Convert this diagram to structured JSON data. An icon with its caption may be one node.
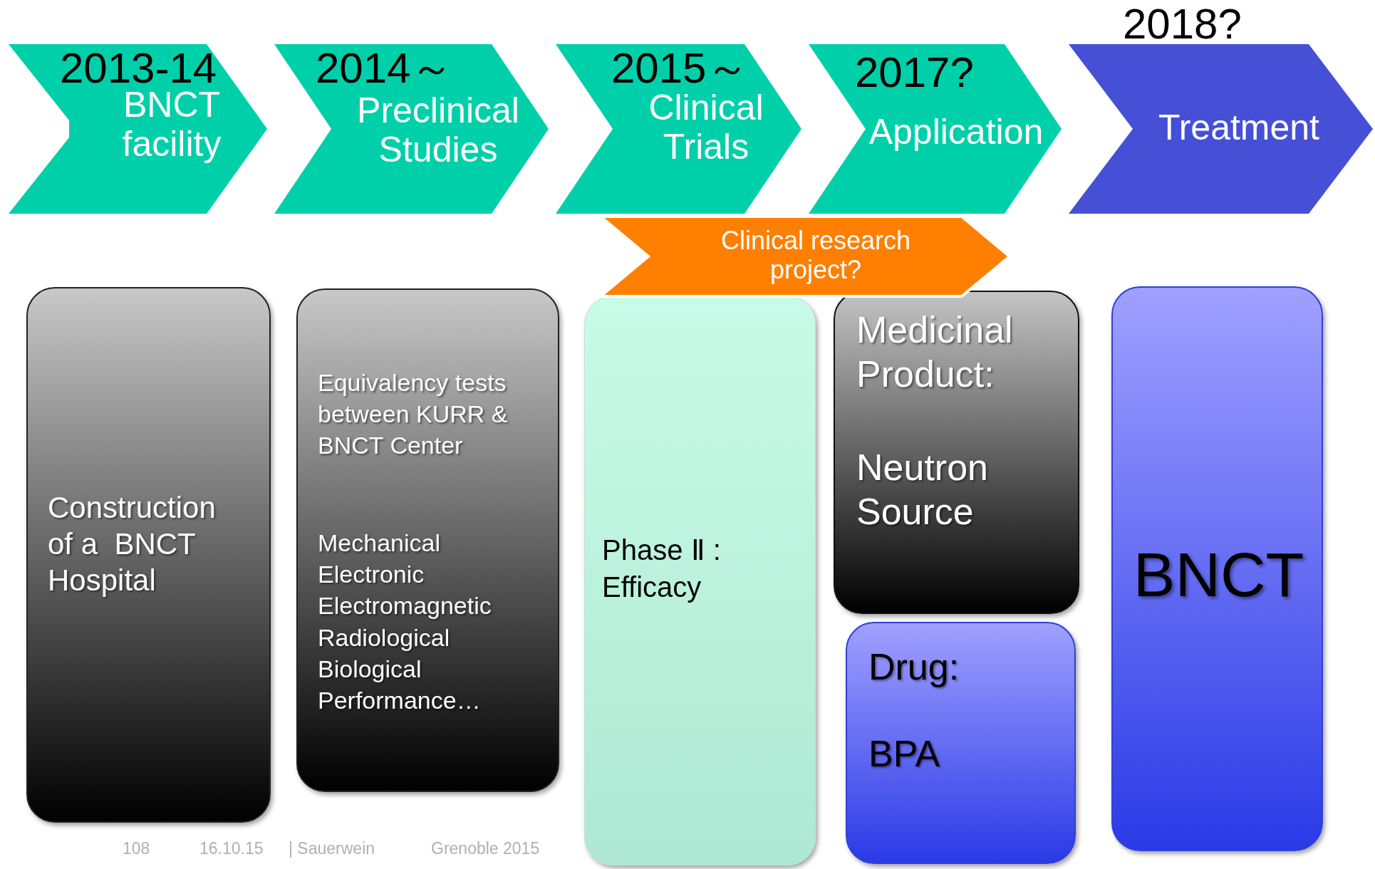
{
  "diagram": {
    "nodes": [
      {
        "text": [
          "2013-14",
          "BNCT facility"
        ]
      },
      {
        "text": [
          "2014～",
          "Preclinical Studies"
        ]
      },
      {
        "text": [
          "2015～",
          "Clinical Trials"
        ]
      },
      {
        "text": [
          "2017?",
          "Application"
        ]
      },
      {
        "text": [
          "2018?",
          "Treatment"
        ]
      },
      {
        "text": [
          "Clinical research project?"
        ]
      },
      {
        "text": [
          "Construction of a  BNCT Hospital"
        ]
      },
      {
        "text": [
          "Equivalency tests between KURR & BNCT Center",
          "Mechanical Electronic Electromagnetic Radiological Biological Performance…"
        ]
      },
      {
        "text": [
          "Phase Ⅱ : Efficacy"
        ]
      },
      {
        "text": [
          "Medicinal Product:",
          "Neutron Source"
        ]
      },
      {
        "text": [
          "Drug:",
          "BPA"
        ]
      },
      {
        "text": [
          "BNCT"
        ]
      }
    ],
    "labels": [
      "108",
      "16.10.15",
      "| Sauerwein",
      "Grenoble 2015"
    ]
  }
}
